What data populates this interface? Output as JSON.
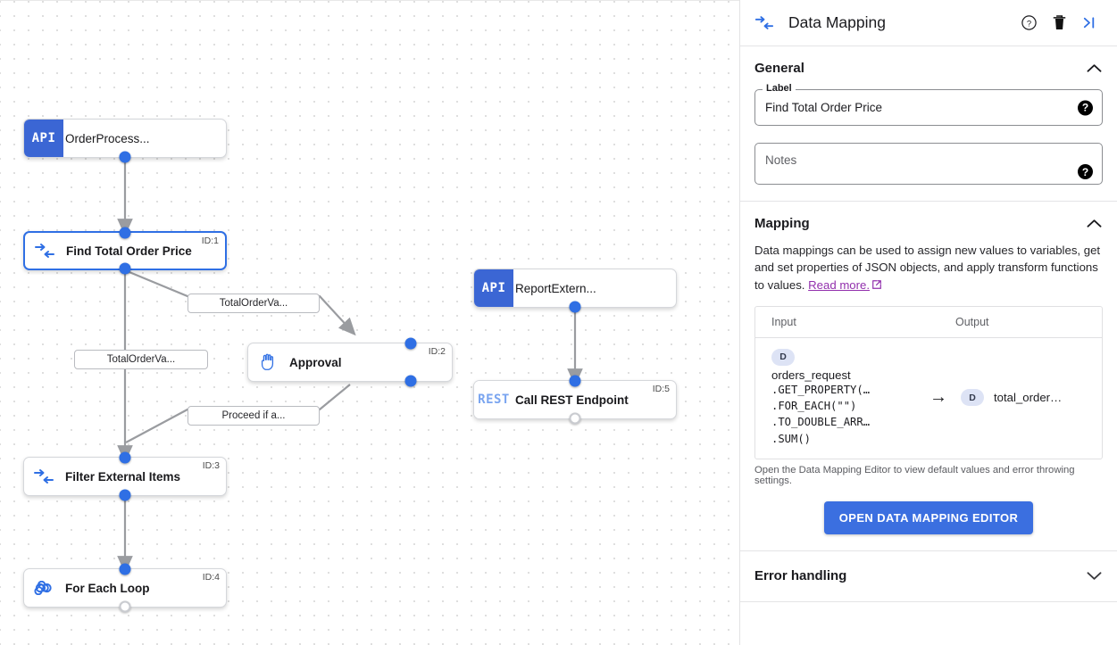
{
  "canvas": {
    "nodes": [
      {
        "id": "n0",
        "badge": "API",
        "badge_kind": "api",
        "title": "OrderProcess...",
        "node_id": ""
      },
      {
        "id": "n1",
        "icon": "data-mapping-icon",
        "title": "Find Total Order Price",
        "node_id": "ID:1",
        "selected": true
      },
      {
        "id": "n2",
        "icon": "approval-hand-icon",
        "title": "Approval",
        "node_id": "ID:2"
      },
      {
        "id": "n3",
        "icon": "data-mapping-icon",
        "title": "Filter External Items",
        "node_id": "ID:3"
      },
      {
        "id": "n4",
        "icon": "loop-infinity-icon",
        "title": "For Each Loop",
        "node_id": "ID:4"
      },
      {
        "id": "n5",
        "badge": "API",
        "badge_kind": "api",
        "title": "ReportExtern...",
        "node_id": ""
      },
      {
        "id": "n6",
        "badge": "REST",
        "badge_kind": "rest",
        "title": "Call REST Endpoint",
        "node_id": "ID:5"
      }
    ],
    "edge_labels": [
      {
        "id": "e1",
        "text": "TotalOrderVa..."
      },
      {
        "id": "e2",
        "text": "TotalOrderVa..."
      },
      {
        "id": "e3",
        "text": "Proceed if a..."
      }
    ]
  },
  "panel": {
    "header": {
      "icon": "data-mapping-icon",
      "title": "Data Mapping",
      "help_icon": "help-circle-icon",
      "delete_icon": "trash-icon",
      "collapse_icon": "collapse-panel-icon"
    },
    "general": {
      "heading": "General",
      "collapse_icon": "chevron-up-icon",
      "label_legend": "Label",
      "label_value": "Find Total Order Price",
      "notes_placeholder": "Notes",
      "notes_value": "",
      "help_glyph": "?"
    },
    "mapping": {
      "heading": "Mapping",
      "collapse_icon": "chevron-up-icon",
      "description": "Data mappings can be used to assign new values to variables, get and set properties of JSON objects, and apply transform functions to values.",
      "read_more": "Read more.",
      "external_link_icon": "external-link-icon",
      "table": {
        "columns": [
          "Input",
          "Output"
        ],
        "rows": [
          {
            "input_chip": "D",
            "input_var": "orders_request",
            "input_expr": [
              ".GET_PROPERTY(…",
              ".FOR_EACH(\"\")",
              ".TO_DOUBLE_ARR…",
              ".SUM()"
            ],
            "arrow": "→",
            "output_chip": "D",
            "output_var": "total_order…"
          }
        ]
      },
      "hint": "Open the Data Mapping Editor to view default values and error throwing settings.",
      "button_label": "OPEN DATA MAPPING EDITOR"
    },
    "error_handling": {
      "heading": "Error handling",
      "expand_icon": "chevron-down-icon"
    }
  },
  "colors": {
    "accent": "#3b6fe0",
    "node_badge": "#3b66d4",
    "port": "#2f6fe4",
    "link": "#9230ad",
    "chip_bg": "#dde3f5"
  }
}
